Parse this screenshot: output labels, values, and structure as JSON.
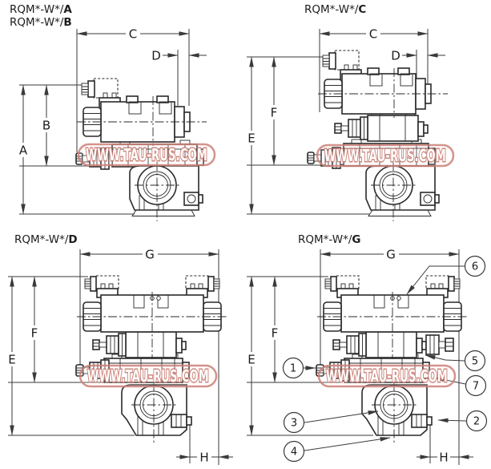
{
  "watermark": {
    "text": "WWW.TAU-RUS.COM"
  },
  "colors": {
    "line": "#2a2a2a",
    "dimension": "#3a3a3a",
    "watermark_outline": "#c9807a",
    "background": "#ffffff"
  },
  "diagrams": {
    "ab": {
      "titles": [
        {
          "prefix": "RQM*-W*/",
          "variant": "A"
        },
        {
          "prefix": "RQM*-W*/",
          "variant": "B"
        }
      ],
      "dims": {
        "a": "A",
        "b": "B",
        "c": "C",
        "d": "D"
      }
    },
    "c": {
      "title": {
        "prefix": "RQM*-W*/",
        "variant": "C"
      },
      "dims": {
        "c": "C",
        "d": "D",
        "e": "E",
        "f": "F"
      }
    },
    "d": {
      "title": {
        "prefix": "RQM*-W*/",
        "variant": "D"
      },
      "dims": {
        "e": "E",
        "f": "F",
        "g": "G",
        "h": "H"
      }
    },
    "g": {
      "title": {
        "prefix": "RQM*-W*/",
        "variant": "G"
      },
      "dims": {
        "e": "E",
        "f": "F",
        "g": "G",
        "h": "H"
      },
      "callouts": [
        "1",
        "2",
        "3",
        "4",
        "5",
        "6",
        "7"
      ]
    }
  }
}
